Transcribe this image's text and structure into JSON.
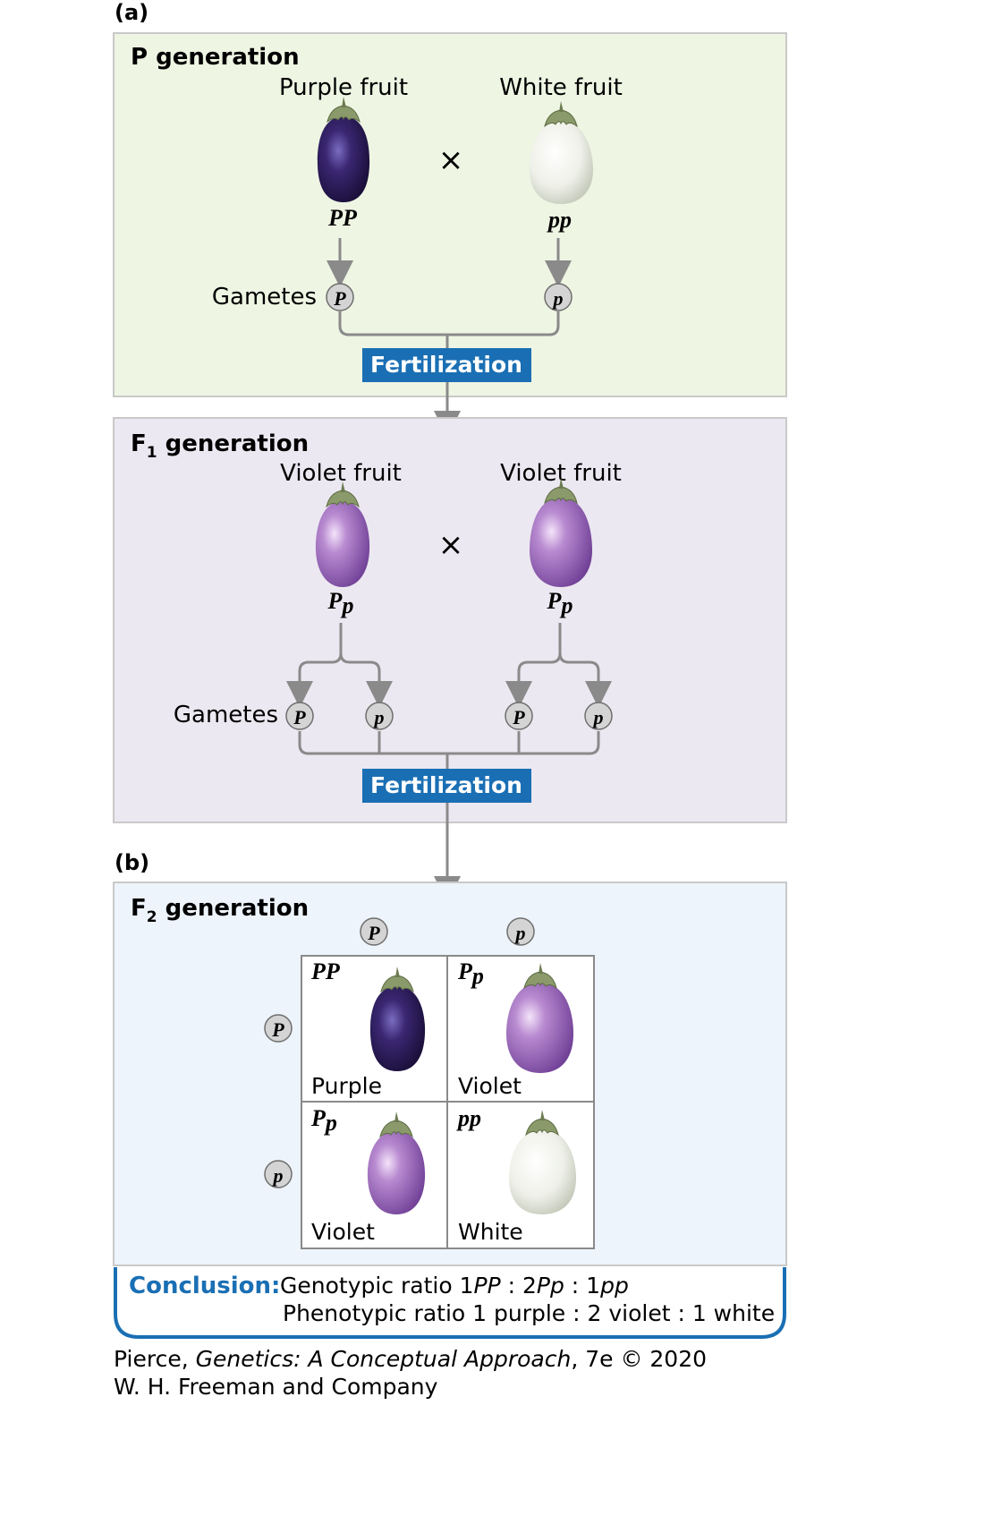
{
  "panel_a_label": "(a)",
  "panel_b_label": "(b)",
  "p_gen": {
    "title": "P generation",
    "left_label": "Purple fruit",
    "right_label": "White fruit",
    "cross": "×",
    "left_genotype": "PP",
    "right_genotype": "pp",
    "gametes_label": "Gametes",
    "gamete_left": "P",
    "gamete_right": "p",
    "fertilization": "Fertilization"
  },
  "f1_gen": {
    "title_main": "F",
    "title_sub": "1",
    "title_rest": " generation",
    "left_label": "Violet fruit",
    "right_label": "Violet fruit",
    "cross": "×",
    "left_genotype_a": "P",
    "left_genotype_b": "p",
    "right_genotype_a": "P",
    "right_genotype_b": "p",
    "gametes_label": "Gametes",
    "gametes": [
      "P",
      "p",
      "P",
      "p"
    ],
    "fertilization": "Fertilization"
  },
  "f2_gen": {
    "title_main": "F",
    "title_sub": "2",
    "title_rest": " generation",
    "col_gametes": [
      "P",
      "p"
    ],
    "row_gametes": [
      "P",
      "p"
    ],
    "cells": [
      {
        "g1": "P",
        "g2": "P",
        "phenotype": "Purple"
      },
      {
        "g1": "P",
        "g2": "p",
        "phenotype": "Violet"
      },
      {
        "g1": "P",
        "g2": "p",
        "phenotype": "Violet"
      },
      {
        "g1": "p",
        "g2": "p",
        "phenotype": "White"
      }
    ]
  },
  "conclusion": {
    "label": "Conclusion:",
    "line1_pre": "Genotypic ratio 1",
    "line1_g1": "PP",
    "line1_mid1": " : 2",
    "line1_g2": "Pp",
    "line1_mid2": " : 1",
    "line1_g3": "pp",
    "line2": "Phenotypic ratio 1 purple : 2 violet : 1 white"
  },
  "credit": {
    "line1_pre": "Pierce, ",
    "line1_title": "Genetics: A Conceptual Approach",
    "line1_post": ", 7e © 2020",
    "line2": "W. H. Freeman and Company"
  },
  "colors": {
    "p_panel_bg": "#eef5e3",
    "f1_panel_bg": "#ece8f1",
    "f2_panel_bg": "#edf4fb",
    "panel_border": "#c9c9c9",
    "fert_bg": "#1a6fb4",
    "arrow": "#8a8a8a",
    "conclusion_blue": "#1a6fb4",
    "purple_fruit": "#2a1a55",
    "violet_fruit": "#8c5db0",
    "white_fruit": "#e7ebe0",
    "gamete_fill": "#d4d4d4"
  }
}
